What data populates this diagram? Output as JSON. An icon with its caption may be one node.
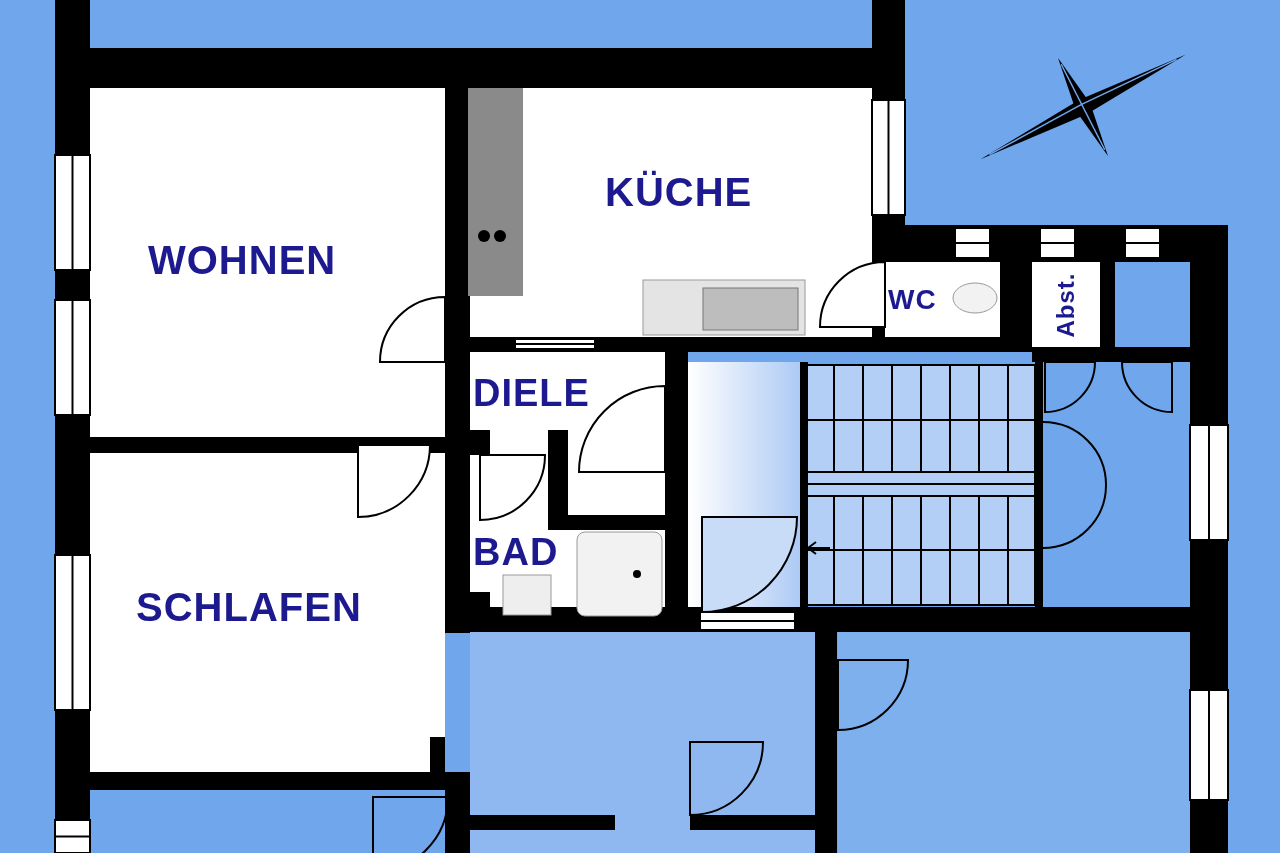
{
  "diagram": {
    "nodes": [
      {
        "text": [
          "WOHNEN"
        ]
      },
      {
        "text": [
          "KÜCHE"
        ]
      },
      {
        "text": [
          "WC"
        ]
      },
      {
        "text": [
          "Abst."
        ]
      },
      {
        "text": [
          "DIELE"
        ]
      },
      {
        "text": [
          "BAD"
        ]
      },
      {
        "text": [
          "SCHLAFEN"
        ]
      }
    ]
  }
}
